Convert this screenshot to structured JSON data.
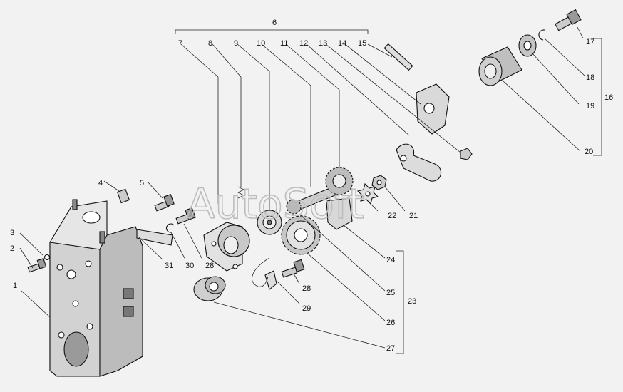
{
  "watermark": "AutoSoft",
  "callouts": {
    "c1": "1",
    "c2": "2",
    "c3": "3",
    "c4": "4",
    "c5": "5",
    "c6": "6",
    "c7": "7",
    "c8": "8",
    "c9": "9",
    "c10": "10",
    "c11": "11",
    "c12": "12",
    "c13": "13",
    "c14": "14",
    "c15": "15",
    "c16": "16",
    "c17": "17",
    "c18": "18",
    "c19": "19",
    "c20": "20",
    "c21": "21",
    "c22": "22",
    "c23": "23",
    "c24": "24",
    "c25": "25",
    "c26": "26",
    "c27": "27",
    "c28a": "28",
    "c28b": "28",
    "c29": "29",
    "c30": "30",
    "c31": "31"
  }
}
